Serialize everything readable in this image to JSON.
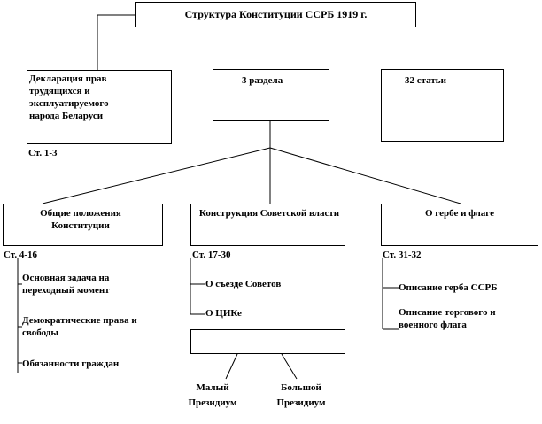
{
  "title": "Структура  Конституции ССРБ 1919 г.",
  "level1": {
    "declaration": {
      "label": "Декларация прав трудящихся и эксплуатируемого народа Беларуси",
      "articles": "Ст. 1-3"
    },
    "sections": {
      "label": "3 раздела"
    },
    "articles_count": {
      "label": "32 статьи"
    }
  },
  "level2": {
    "general": {
      "label": "Общие положения Конституции",
      "articles": "Ст. 4-16",
      "items": [
        "Основная задача на переходный момент",
        "Демократические права и свободы",
        "Обязанности граждан"
      ]
    },
    "soviet_power": {
      "label": "Конструкция Советской власти",
      "articles": "Ст. 17-30",
      "items": [
        "О съезде Советов",
        "О ЦИКе"
      ],
      "presidiums": [
        "Малый Президиум",
        "Большой Президиум"
      ]
    },
    "emblem_flag": {
      "label": "О гербе и флаге",
      "articles": "Ст. 31-32",
      "items": [
        "Описание герба ССРБ",
        "Описание торгового и военного флага"
      ]
    }
  }
}
